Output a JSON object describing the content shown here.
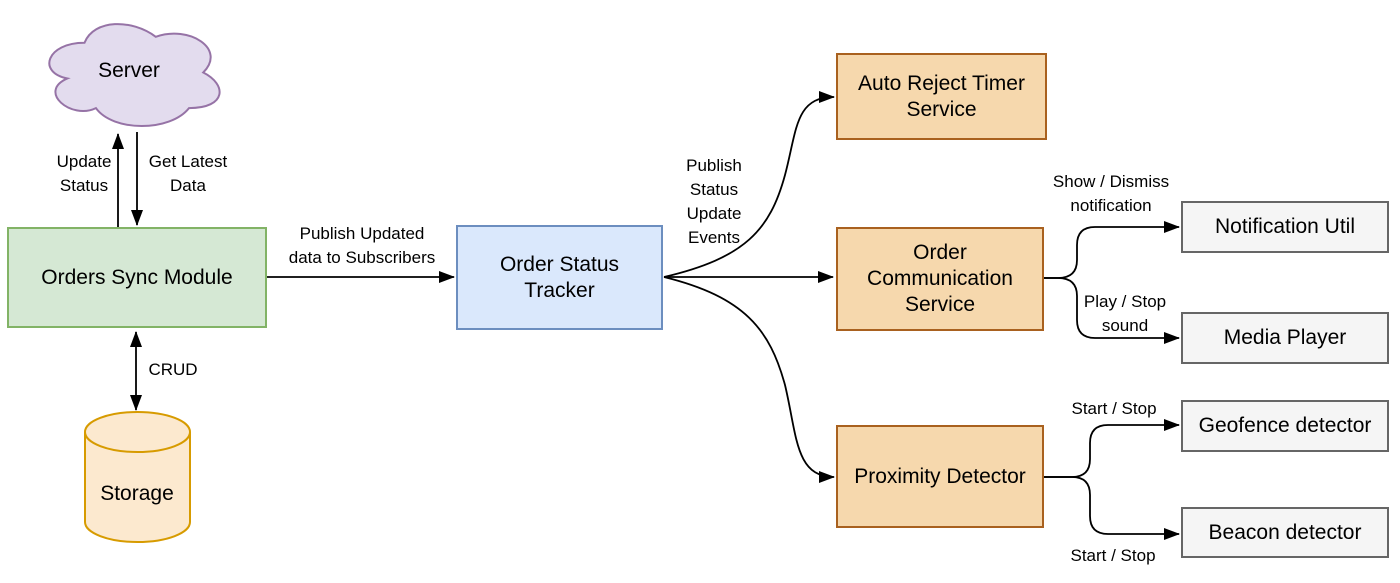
{
  "diagram": {
    "nodes": {
      "server": "Server",
      "orders_sync_module": "Orders Sync Module",
      "storage": "Storage",
      "order_status_tracker": "Order Status\nTracker",
      "auto_reject_timer_service": "Auto Reject Timer\nService",
      "order_communication_service": "Order\nCommunication\nService",
      "proximity_detector": "Proximity Detector",
      "notification_util": "Notification Util",
      "media_player": "Media Player",
      "geofence_detector": "Geofence detector",
      "beacon_detector": "Beacon detector"
    },
    "edge_labels": {
      "update_status": "Update\nStatus",
      "get_latest_data": "Get Latest\nData",
      "crud": "CRUD",
      "publish_updated": "Publish Updated\ndata to Subscribers",
      "publish_status_events": "Publish\nStatus\nUpdate\nEvents",
      "show_dismiss_notification": "Show / Dismiss\nnotification",
      "play_stop_sound": "Play / Stop\nsound",
      "start_stop_geofence": "Start / Stop",
      "start_stop_beacon": "Start / Stop"
    },
    "colors": {
      "cloud_fill": "#E3DCEE",
      "cloud_stroke": "#9673A6",
      "green_fill": "#D5E8D4",
      "green_stroke": "#82B366",
      "blue_fill": "#DAE8FC",
      "blue_stroke": "#6C8EBF",
      "orange_fill": "#F6D8AD",
      "orange_stroke": "#A9611F",
      "cylinder_fill": "#FCE9CF",
      "cylinder_stroke": "#D79B00",
      "gray_fill": "#F5F5F5",
      "gray_stroke": "#666666",
      "edge_color": "#000000"
    }
  }
}
